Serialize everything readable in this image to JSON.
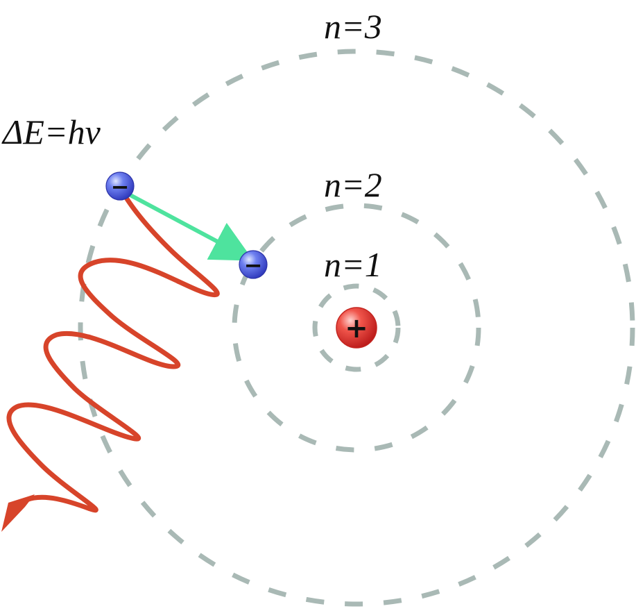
{
  "diagram": {
    "orbit_labels": [
      {
        "id": "n3",
        "text": "n=3"
      },
      {
        "id": "n2",
        "text": "n=2"
      },
      {
        "id": "n1",
        "text": "n=1"
      }
    ],
    "energy_label": "ΔE=hν",
    "nucleus_symbol": "+",
    "electron_symbol": "−",
    "colors": {
      "orbit": "#a9b9b5",
      "photon_wave": "#d7442a",
      "transition_arrow": "#4ee39e",
      "nucleus": "#e0312a",
      "electron": "#4f5fe0"
    }
  }
}
